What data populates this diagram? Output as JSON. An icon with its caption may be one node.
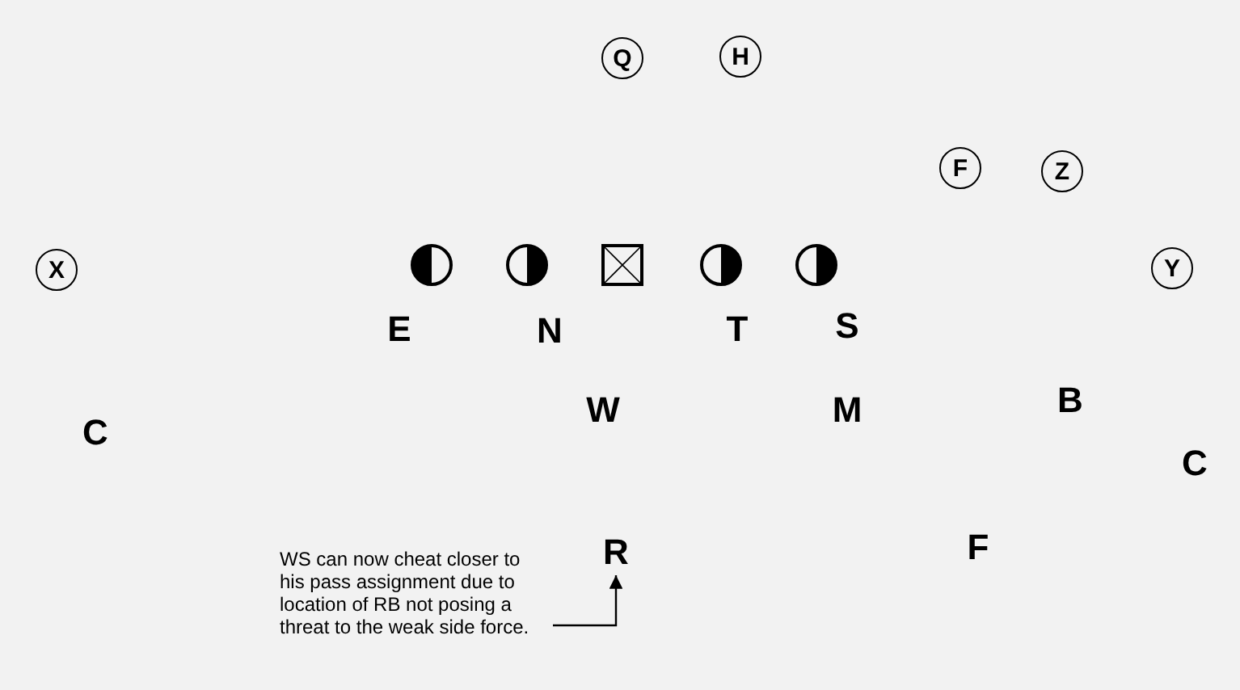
{
  "diagram": {
    "nodes": [
      {
        "text": [
          "Q"
        ]
      },
      {
        "text": [
          "H"
        ]
      },
      {
        "text": [
          "F"
        ]
      },
      {
        "text": [
          "Z"
        ]
      },
      {
        "text": [
          "X"
        ]
      },
      {
        "text": [],
        "shape": "circle"
      },
      {
        "text": [],
        "shape": "circle"
      },
      {
        "text": [],
        "shape": "box"
      },
      {
        "text": [],
        "shape": "circle"
      },
      {
        "text": [],
        "shape": "circle"
      },
      {
        "text": [
          "Y"
        ]
      },
      {
        "text": [
          "WS can now cheat closer to his pass assignment due to location of RB not posing a threat to the weak side force."
        ]
      },
      {
        "text": [
          "R"
        ]
      }
    ],
    "edges": [
      {
        "from": 11,
        "to": 12,
        "arrow": "to"
      }
    ],
    "labels": [
      "E",
      "N",
      "T",
      "S",
      "W",
      "M",
      "B",
      "C",
      "C",
      "F"
    ]
  }
}
